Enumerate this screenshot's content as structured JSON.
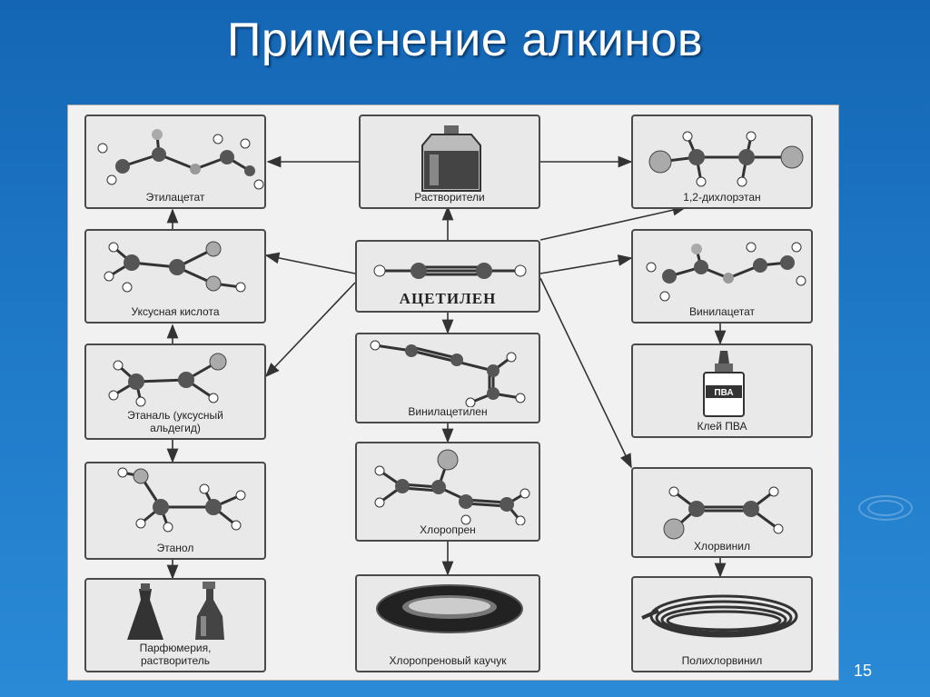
{
  "slide": {
    "title": "Применение алкинов",
    "page_number": "15"
  },
  "nodes": {
    "ethyl_acetate": "Этилацетат",
    "solvents": "Растворители",
    "dichloroethane": "1,2-дихлорэтан",
    "acetic_acid": "Уксусная кислота",
    "acetylene": "АЦЕТИЛЕН",
    "vinyl_acetate": "Винилацетат",
    "ethanal": "Этаналь (уксусный альдегид)",
    "vinylacetylene": "Винилацетилен",
    "pva_glue": "Клей ПВА",
    "pva_bottle_label": "ПВА",
    "ethanol": "Этанол",
    "chloroprene": "Хлоропрен",
    "chlorovinyl": "Хлорвинил",
    "perfumery": "Парфюмерия, растворитель",
    "chloroprene_rubber": "Хлоропреновый каучук",
    "polyvinyl_chloride": "Полихлорвинил"
  }
}
